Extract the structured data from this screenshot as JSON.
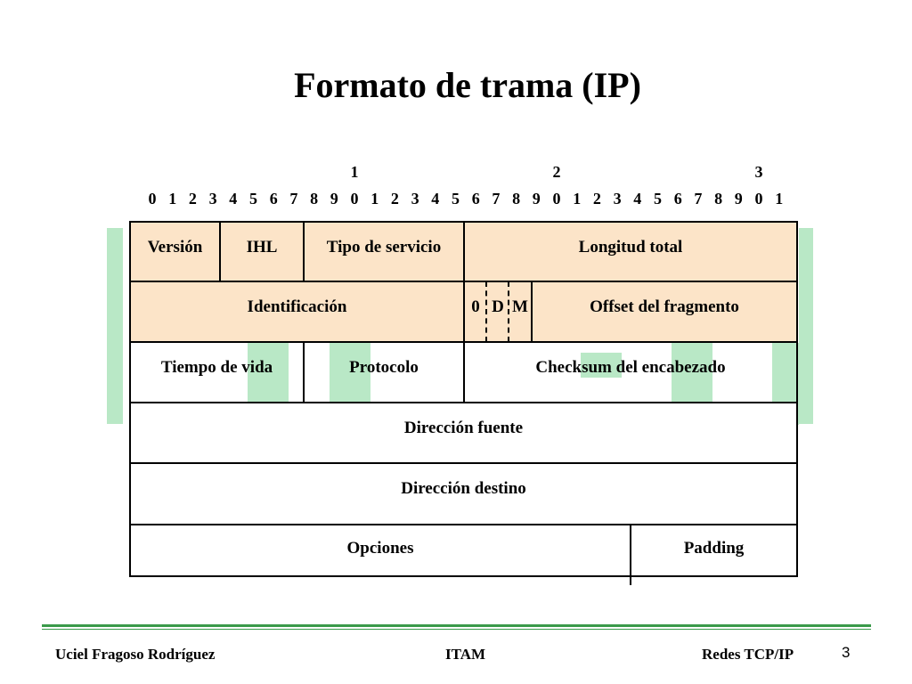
{
  "title": "Formato de trama (IP)",
  "ruler": {
    "tens": [
      "1",
      "2",
      "3"
    ],
    "units": [
      "0",
      "1",
      "2",
      "3",
      "4",
      "5",
      "6",
      "7",
      "8",
      "9",
      "0",
      "1",
      "2",
      "3",
      "4",
      "5",
      "6",
      "7",
      "8",
      "9",
      "0",
      "1",
      "2",
      "3",
      "4",
      "5",
      "6",
      "7",
      "8",
      "9",
      "0",
      "1"
    ]
  },
  "fields": {
    "version": "Versión",
    "ihl": "IHL",
    "tos": "Tipo de servicio",
    "total_length": "Longitud total",
    "identification": "Identificación",
    "flag_0": "0",
    "flag_d": "D",
    "flag_m": "M",
    "fragment_offset": "Offset del fragmento",
    "ttl": "Tiempo de vida",
    "protocol": "Protocolo",
    "checksum": "Checksum del encabezado",
    "source": "Dirección fuente",
    "destination": "Dirección destino",
    "options": "Opciones",
    "padding": "Padding"
  },
  "colors": {
    "header_fill": "#fce4c8",
    "green_shapes": "#b9e8c6",
    "footer_rule": "#3a9a4a"
  },
  "footer": {
    "author": "Uciel Fragoso Rodríguez",
    "institution": "ITAM",
    "course": "Redes TCP/IP",
    "page": "3"
  }
}
